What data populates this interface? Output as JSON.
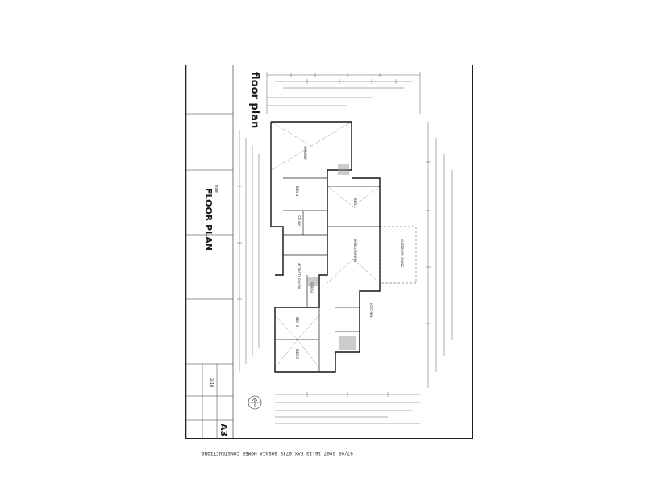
{
  "sheet": {
    "plan_title": "floor plan",
    "drawing_title_label": "title",
    "drawing_title": "FLOOR PLAN",
    "sheet_number": "2/10",
    "sheet_size": "A3"
  },
  "rooms": {
    "bed1": "BED 1",
    "bed2": "BED 2",
    "bed3": "BED 3",
    "bed4": "BED 4",
    "study": "STUDY",
    "family_dining": "FAMILY/DINING",
    "activity_room": "ACTIVITY ROOM",
    "kitchen": "KITCHEN",
    "outdoor_living": "OUTDOOR LIVING",
    "garage": "GARAGE",
    "porch": "PORCH"
  },
  "fax_header": "07/08 2007 16:13 FAX 0745 BOSNIA HOMES CONSTRUCTIONS"
}
